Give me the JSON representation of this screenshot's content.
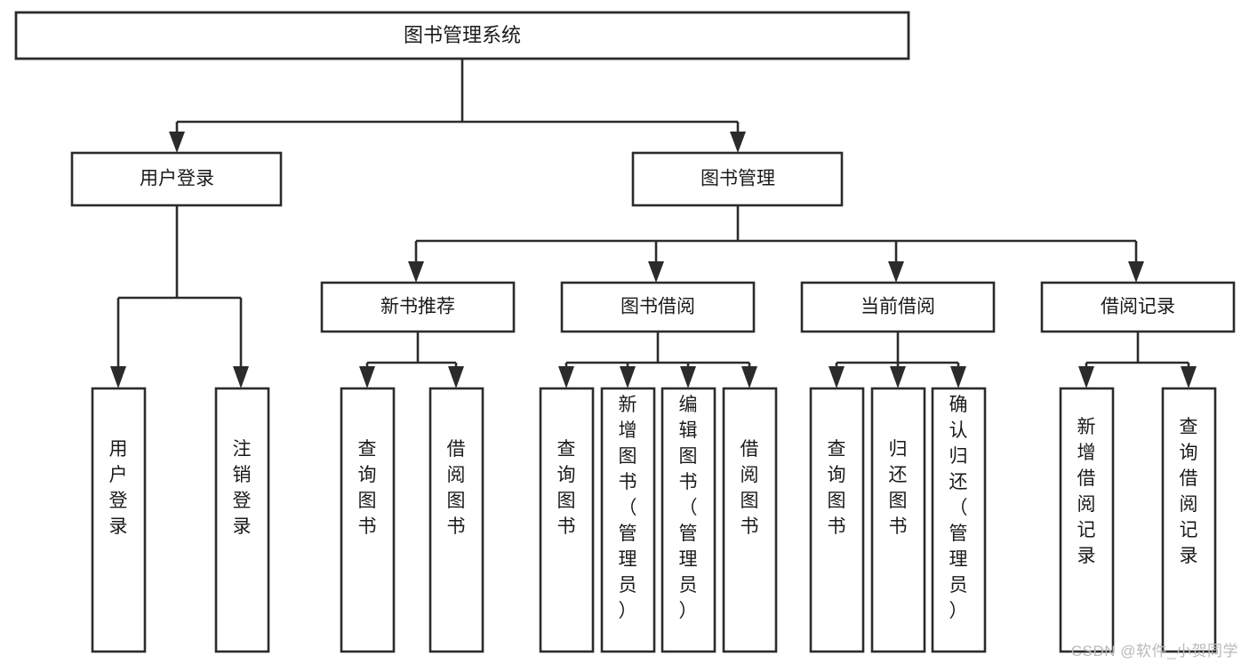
{
  "diagram": {
    "type": "tree",
    "title": "图书管理系统",
    "root": {
      "id": "root",
      "label": "图书管理系统"
    },
    "level2": [
      {
        "id": "user-login",
        "label": "用户登录"
      },
      {
        "id": "book-management",
        "label": "图书管理"
      }
    ],
    "level3": [
      {
        "id": "new-book-recommend",
        "label": "新书推荐",
        "parent": "book-management"
      },
      {
        "id": "book-borrow",
        "label": "图书借阅",
        "parent": "book-management"
      },
      {
        "id": "current-borrow",
        "label": "当前借阅",
        "parent": "book-management"
      },
      {
        "id": "borrow-record",
        "label": "借阅记录",
        "parent": "book-management"
      }
    ],
    "leaves": [
      {
        "id": "leaf-user-login",
        "label": "用户登录",
        "parent": "user-login"
      },
      {
        "id": "leaf-logout-login",
        "label": "注销登录",
        "parent": "user-login"
      },
      {
        "id": "leaf-query-book-1",
        "label": "查询图书",
        "parent": "new-book-recommend"
      },
      {
        "id": "leaf-borrow-book-1",
        "label": "借阅图书",
        "parent": "new-book-recommend"
      },
      {
        "id": "leaf-query-book-2",
        "label": "查询图书",
        "parent": "book-borrow"
      },
      {
        "id": "leaf-add-book",
        "label": "新增图书（管理员）",
        "parent": "book-borrow"
      },
      {
        "id": "leaf-edit-book",
        "label": "编辑图书（管理员）",
        "parent": "book-borrow"
      },
      {
        "id": "leaf-borrow-book-2",
        "label": "借阅图书",
        "parent": "book-borrow"
      },
      {
        "id": "leaf-query-book-3",
        "label": "查询图书",
        "parent": "current-borrow"
      },
      {
        "id": "leaf-return-book",
        "label": "归还图书",
        "parent": "current-borrow"
      },
      {
        "id": "leaf-confirm-return",
        "label": "确认归还（管理员）",
        "parent": "current-borrow"
      },
      {
        "id": "leaf-add-record",
        "label": "新增借阅记录",
        "parent": "borrow-record"
      },
      {
        "id": "leaf-query-record",
        "label": "查询借阅记录",
        "parent": "borrow-record"
      }
    ],
    "colors": {
      "stroke": "#2b2b2b",
      "fill": "#ffffff",
      "text": "#1a1a1a",
      "watermark": "#b9b9b9"
    }
  },
  "watermark": {
    "text": "CSDN @软件_小贺同学"
  }
}
